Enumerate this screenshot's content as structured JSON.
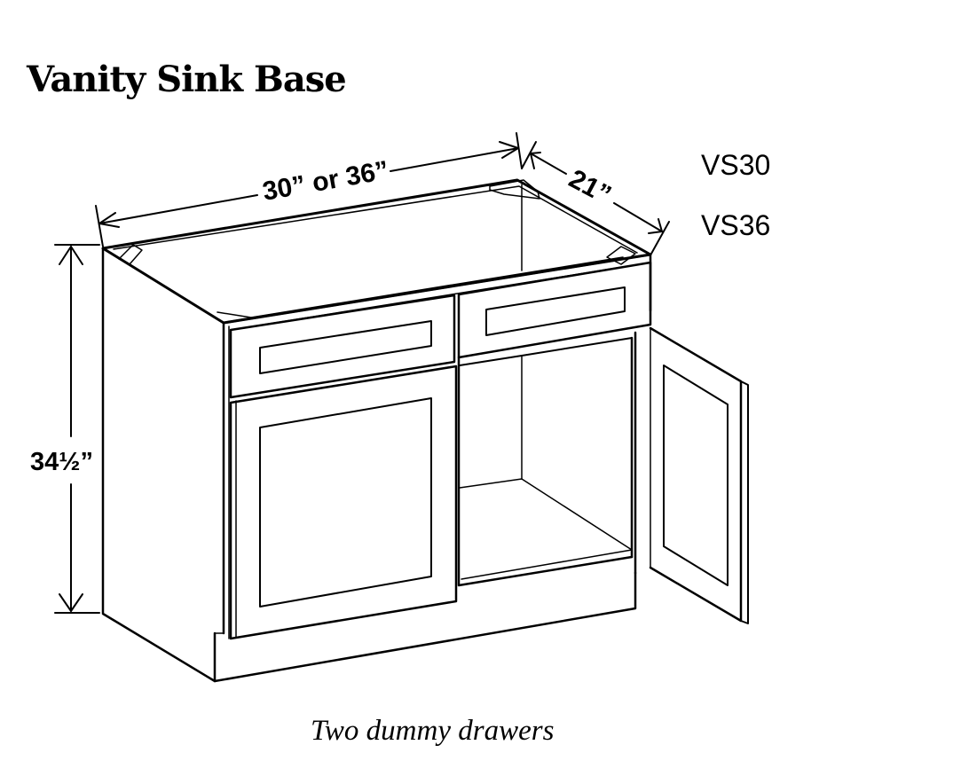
{
  "title": "Vanity Sink Base",
  "models": [
    "VS30",
    "VS36"
  ],
  "dimensions": {
    "width": "30” or 36”",
    "depth": "21”",
    "height": "34½”"
  },
  "caption": "Two dummy drawers"
}
